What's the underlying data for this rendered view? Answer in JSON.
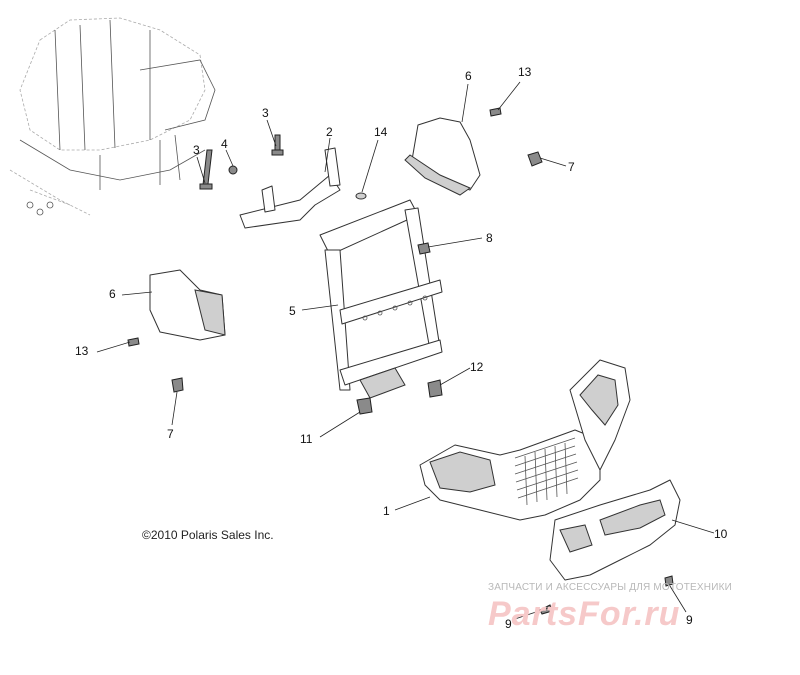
{
  "copyright": "©2010 Polaris Sales Inc.",
  "watermark": {
    "caption": "ЗАПЧАСТИ И АКСЕССУАРЫ ДЛЯ МОТОТЕХНИКИ",
    "logo_text": "PartsFor.ru"
  },
  "callouts": [
    {
      "id": "c1",
      "label": "1"
    },
    {
      "id": "c2",
      "label": "2"
    },
    {
      "id": "c3a",
      "label": "3"
    },
    {
      "id": "c3b",
      "label": "3"
    },
    {
      "id": "c4",
      "label": "4"
    },
    {
      "id": "c5",
      "label": "5"
    },
    {
      "id": "c6a",
      "label": "6"
    },
    {
      "id": "c6b",
      "label": "6"
    },
    {
      "id": "c7a",
      "label": "7"
    },
    {
      "id": "c7b",
      "label": "7"
    },
    {
      "id": "c8",
      "label": "8"
    },
    {
      "id": "c9a",
      "label": "9"
    },
    {
      "id": "c9b",
      "label": "9"
    },
    {
      "id": "c10",
      "label": "10"
    },
    {
      "id": "c11",
      "label": "11"
    },
    {
      "id": "c12",
      "label": "12"
    },
    {
      "id": "c13a",
      "label": "13"
    },
    {
      "id": "c13b",
      "label": "13"
    },
    {
      "id": "c14",
      "label": "14"
    }
  ]
}
